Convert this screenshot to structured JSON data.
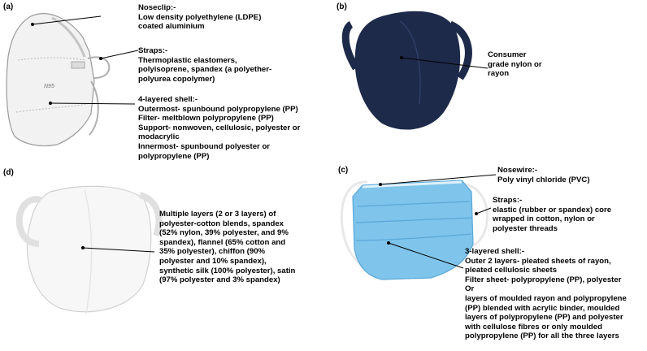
{
  "panels": {
    "a": {
      "label": "(a)",
      "mask_text": "N95",
      "noseclip": {
        "title": "Noseclip:-",
        "lines": [
          "Low density polyethylene (LDPE)",
          "coated aluminium"
        ]
      },
      "straps": {
        "title": "Straps:-",
        "lines": [
          "Thermoplastic elastomers,",
          "polyisoprene, spandex (a polyether-",
          "polyurea copolymer)"
        ]
      },
      "shell": {
        "title": "4-layered shell:-",
        "lines": [
          "Outermost- spunbound polypropylene (PP)",
          "Filter- meltblown polypropylene (PP)",
          "Support- nonwoven, cellulosic, polyester or",
          "modacrylic",
          "Innermost- spunbound polyester or",
          "polypropylene (PP)"
        ]
      }
    },
    "b": {
      "label": "(b)",
      "material": {
        "lines": [
          "Consumer",
          "grade nylon or",
          "rayon"
        ]
      }
    },
    "c": {
      "label": "(c)",
      "nosewire": {
        "title": "Nosewire:-",
        "lines": [
          "Poly vinyl chloride (PVC)"
        ]
      },
      "straps": {
        "title": "Straps:-",
        "lines": [
          "elastic (rubber or spandex) core",
          "wrapped in cotton, nylon or",
          "polyester threads"
        ]
      },
      "shell": {
        "title": "3-layered shell:-",
        "lines": [
          "Outer 2 layers- pleated sheets of rayon,",
          "pleated cellulosic sheets",
          "Filter sheet- polypropylene (PP), polyester",
          "Or",
          "layers of moulded rayon and polypropylene",
          "(PP) blended with acrylic binder, moulded",
          "layers of polypropylene (PP) and polyester",
          "with cellulose fibres or only moulded",
          "polypropylene (PP) for all the three layers"
        ]
      }
    },
    "d": {
      "label": "(d)",
      "material": {
        "lines": [
          "Multiple layers (2 or 3 layers) of",
          "polyester-cotton blends, spandex",
          "(52% nylon, 39% polyester, and 9%",
          "spandex), flannel (65% cotton and",
          "35% polyester), chiffon (90%",
          "polyester and 10% spandex),",
          "synthetic silk (100% polyester), satin",
          "(97% polyester and 3% spandex)"
        ]
      }
    }
  },
  "colors": {
    "n95_white": "#f2f2f2",
    "n95_edge": "#9a9a9a",
    "cloth_navy": "#1d2a4a",
    "surgical_blue": "#7fc4ea",
    "surgical_edge": "#5aa8d8",
    "cloth_white": "#f7f7f7"
  }
}
